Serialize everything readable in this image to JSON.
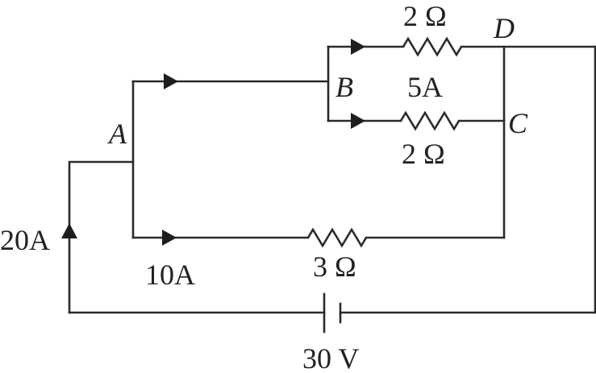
{
  "labels": {
    "node_A": "A",
    "node_B": "B",
    "node_C": "C",
    "node_D": "D",
    "resistor_BD": "2 Ω",
    "current_BC": "5A",
    "resistor_BC": "2 Ω",
    "resistor_AC": "3 Ω",
    "current_total": "20A",
    "current_lower": "10A",
    "battery_voltage": "30 V"
  }
}
